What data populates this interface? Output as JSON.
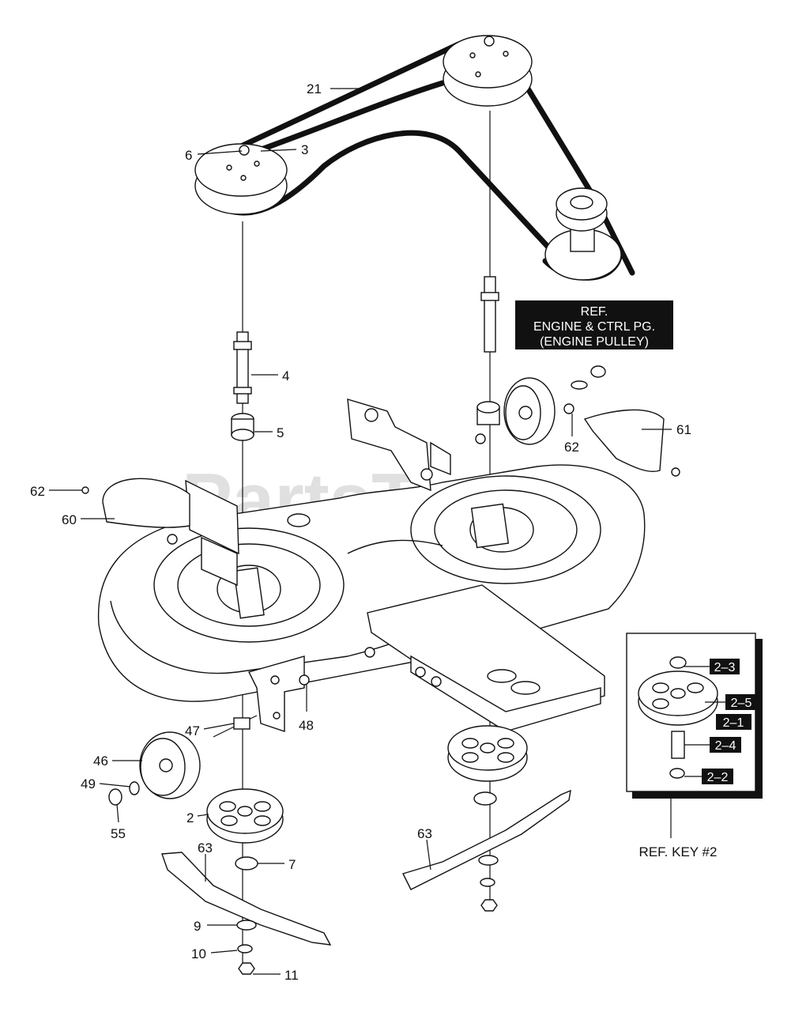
{
  "watermark": "PartsTree",
  "engine_ref": [
    "REF.",
    "ENGINE & CTRL PG.",
    "(ENGINE PULLEY)"
  ],
  "ref_key": "REF. KEY #2",
  "callouts": {
    "c21": "21",
    "c6": "6",
    "c3": "3",
    "c4": "4",
    "c5": "5",
    "c62a": "62",
    "c60": "60",
    "c62b": "62",
    "c61": "61",
    "c47": "47",
    "c48": "48",
    "c46": "46",
    "c49": "49",
    "c55": "55",
    "c2": "2",
    "c63a": "63",
    "c7": "7",
    "c9": "9",
    "c10": "10",
    "c11": "11",
    "c63b": "63"
  },
  "inset_callouts": {
    "k23": "2–3",
    "k25": "2–5",
    "k21": "2–1",
    "k24": "2–4",
    "k22": "2–2"
  },
  "colors": {
    "line": "#111111",
    "label_bg": "#111111",
    "label_text": "#ffffff",
    "watermark": "#d9d9d9"
  }
}
